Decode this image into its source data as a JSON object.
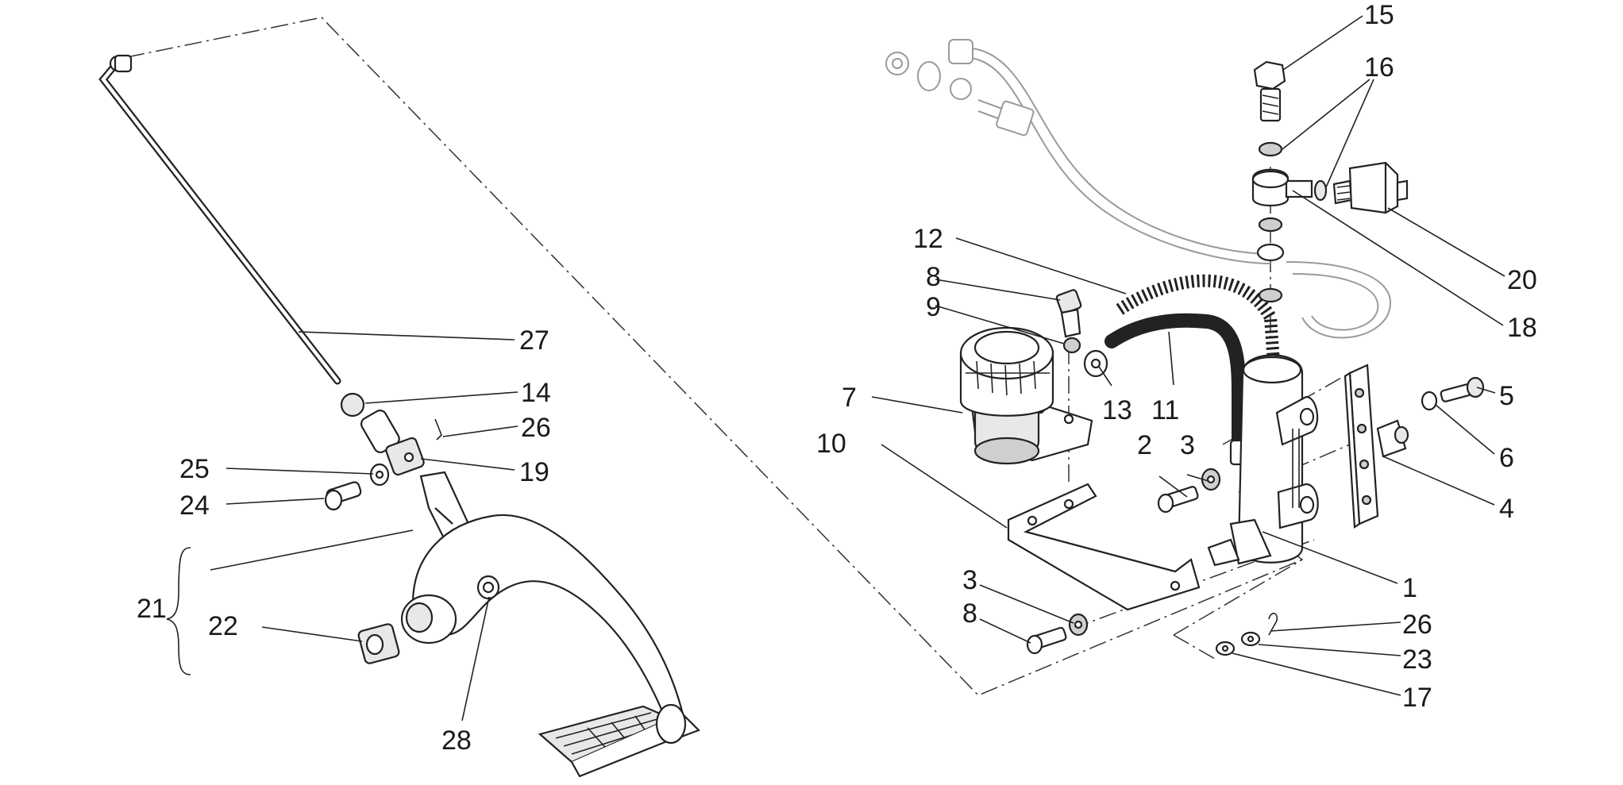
{
  "callouts": {
    "p1": "1",
    "p2": "2",
    "p3a": "3",
    "p3b": "3",
    "p4": "4",
    "p5": "5",
    "p6": "6",
    "p7": "7",
    "p8a": "8",
    "p8b": "8",
    "p9": "9",
    "p10": "10",
    "p11": "11",
    "p12": "12",
    "p13": "13",
    "p14": "14",
    "p15": "15",
    "p16": "16",
    "p17": "17",
    "p18": "18",
    "p19": "19",
    "p20": "20",
    "p21": "21",
    "p22": "22",
    "p23": "23",
    "p24": "24",
    "p25": "25",
    "p26a": "26",
    "p26b": "26",
    "p27": "27",
    "p28": "28"
  },
  "icons": {
    "pedal": "brake-pedal-icon",
    "rod": "push-rod-icon",
    "master_cylinder": "master-cylinder-icon",
    "reservoir": "fluid-reservoir-icon",
    "pressure_switch": "pressure-switch-icon",
    "brake_hose": "brake-hose-icon"
  }
}
